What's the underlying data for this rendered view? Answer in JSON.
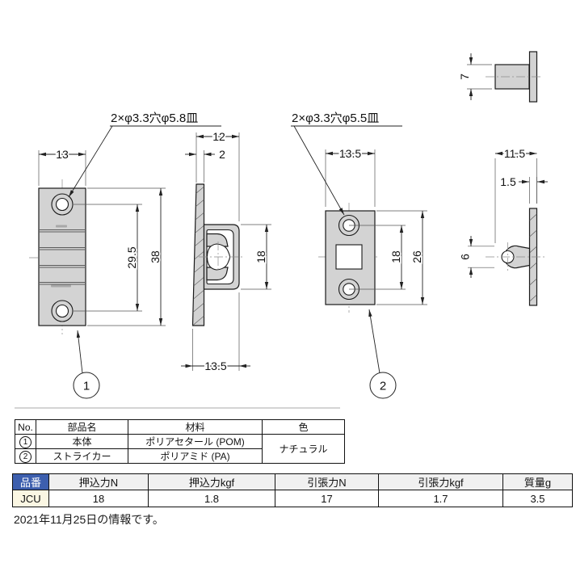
{
  "colors": {
    "part_fill": "#d3d3d3",
    "line": "#1a1a1a",
    "spec_header_blue": "#3d5fae",
    "spec_cell_cream": "#fbf7e3",
    "spec_header_gray": "#f0f0f0"
  },
  "notes": {
    "hole_note_1": "2×φ3.3穴φ5.8皿",
    "hole_note_2": "2×φ3.3穴φ5.5皿"
  },
  "dims": {
    "part1_front": {
      "width": "13",
      "hole_pitch": "29.5",
      "height": "38"
    },
    "part1_side": {
      "depth": "12",
      "flange_thickness": "2",
      "body_height": "18",
      "overall_depth": "13.5"
    },
    "part2_front": {
      "width": "13.5",
      "hole_pitch": "18",
      "height": "26"
    },
    "part2_side": {
      "overall": "11.5",
      "plate_thickness": "1.5",
      "ball": "6"
    },
    "pin": {
      "height": "7"
    }
  },
  "balloons": {
    "part1": "1",
    "part2": "2"
  },
  "parts_table": {
    "headers": [
      "No.",
      "部品名",
      "材料",
      "色"
    ],
    "rows": [
      {
        "no": "1",
        "name": "本体",
        "material": "ポリアセタール (POM)"
      },
      {
        "no": "2",
        "name": "ストライカー",
        "material": "ポリアミド (PA)"
      }
    ],
    "color_value": "ナチュラル"
  },
  "spec_table": {
    "headers": [
      "品番",
      "押込力N",
      "押込力kgf",
      "引張力N",
      "引張力kgf",
      "質量g"
    ],
    "row": [
      "JCU",
      "18",
      "1.8",
      "17",
      "1.7",
      "3.5"
    ]
  },
  "footnote": "2021年11月25日の情報です。"
}
